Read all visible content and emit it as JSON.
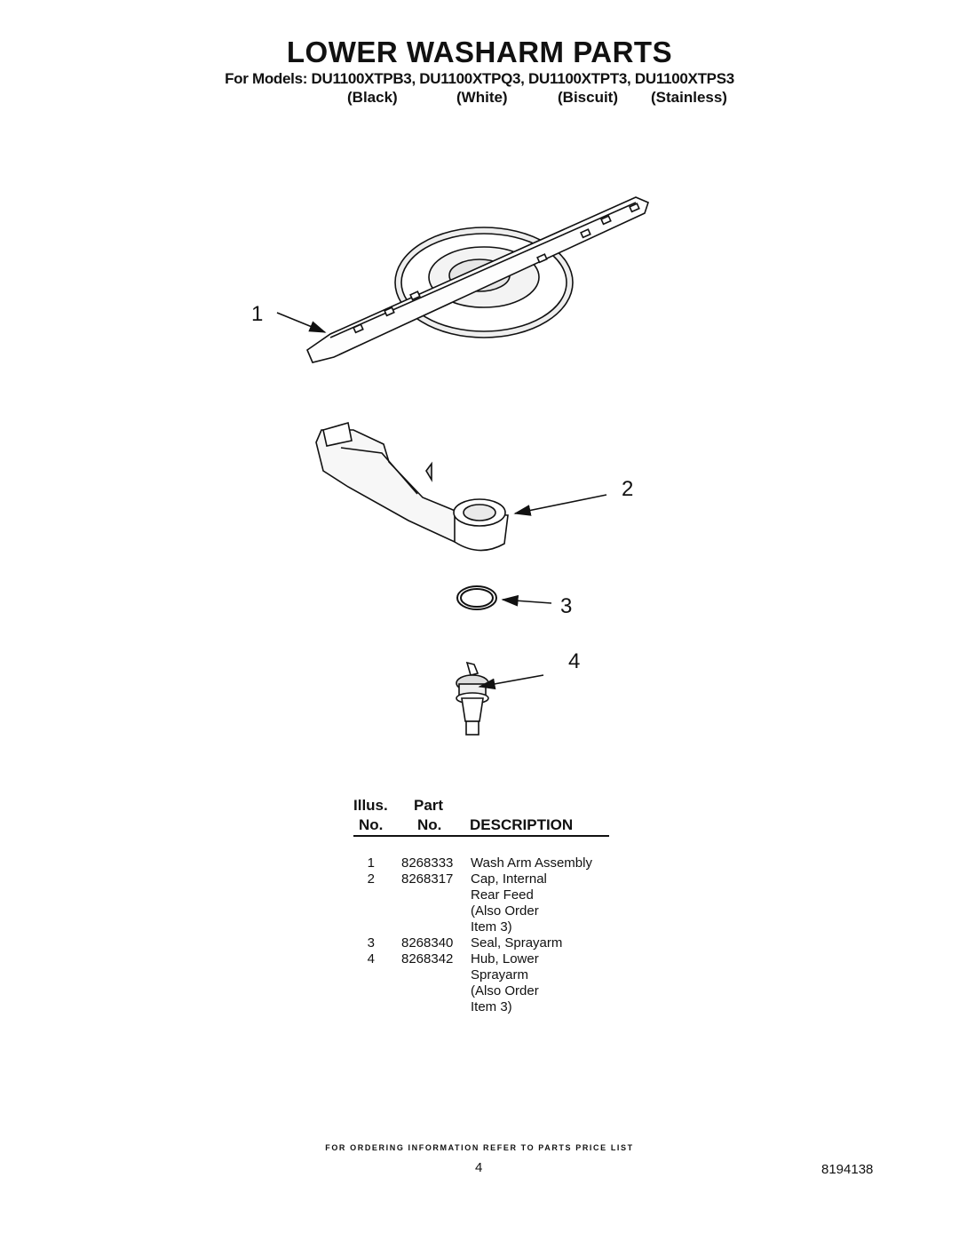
{
  "header": {
    "title": "LOWER WASHARM PARTS",
    "models_line": "For Models: DU1100XTPB3, DU1100XTPQ3, DU1100XTPT3, DU1100XTPS3",
    "colors": [
      "(Black)",
      "(White)",
      "(Biscuit)",
      "(Stainless)"
    ]
  },
  "callouts": [
    "1",
    "2",
    "3",
    "4"
  ],
  "table": {
    "header_top": {
      "illus": "Illus.",
      "part": "Part"
    },
    "header_bottom": {
      "illus": "No.",
      "part": "No.",
      "description": "DESCRIPTION"
    },
    "rows": [
      {
        "illus": "1",
        "part": "8268333",
        "description": [
          "Wash Arm Assembly"
        ]
      },
      {
        "illus": "2",
        "part": "8268317",
        "description": [
          "Cap, Internal",
          "Rear Feed",
          "(Also Order",
          "Item 3)"
        ]
      },
      {
        "illus": "3",
        "part": "8268340",
        "description": [
          "Seal, Sprayarm"
        ]
      },
      {
        "illus": "4",
        "part": "8268342",
        "description": [
          "Hub, Lower",
          "Sprayarm",
          "(Also Order",
          "Item 3)"
        ]
      }
    ]
  },
  "footer": {
    "note": "FOR ORDERING INFORMATION REFER TO PARTS PRICE LIST",
    "page_number": "4",
    "document_number": "8194138"
  }
}
